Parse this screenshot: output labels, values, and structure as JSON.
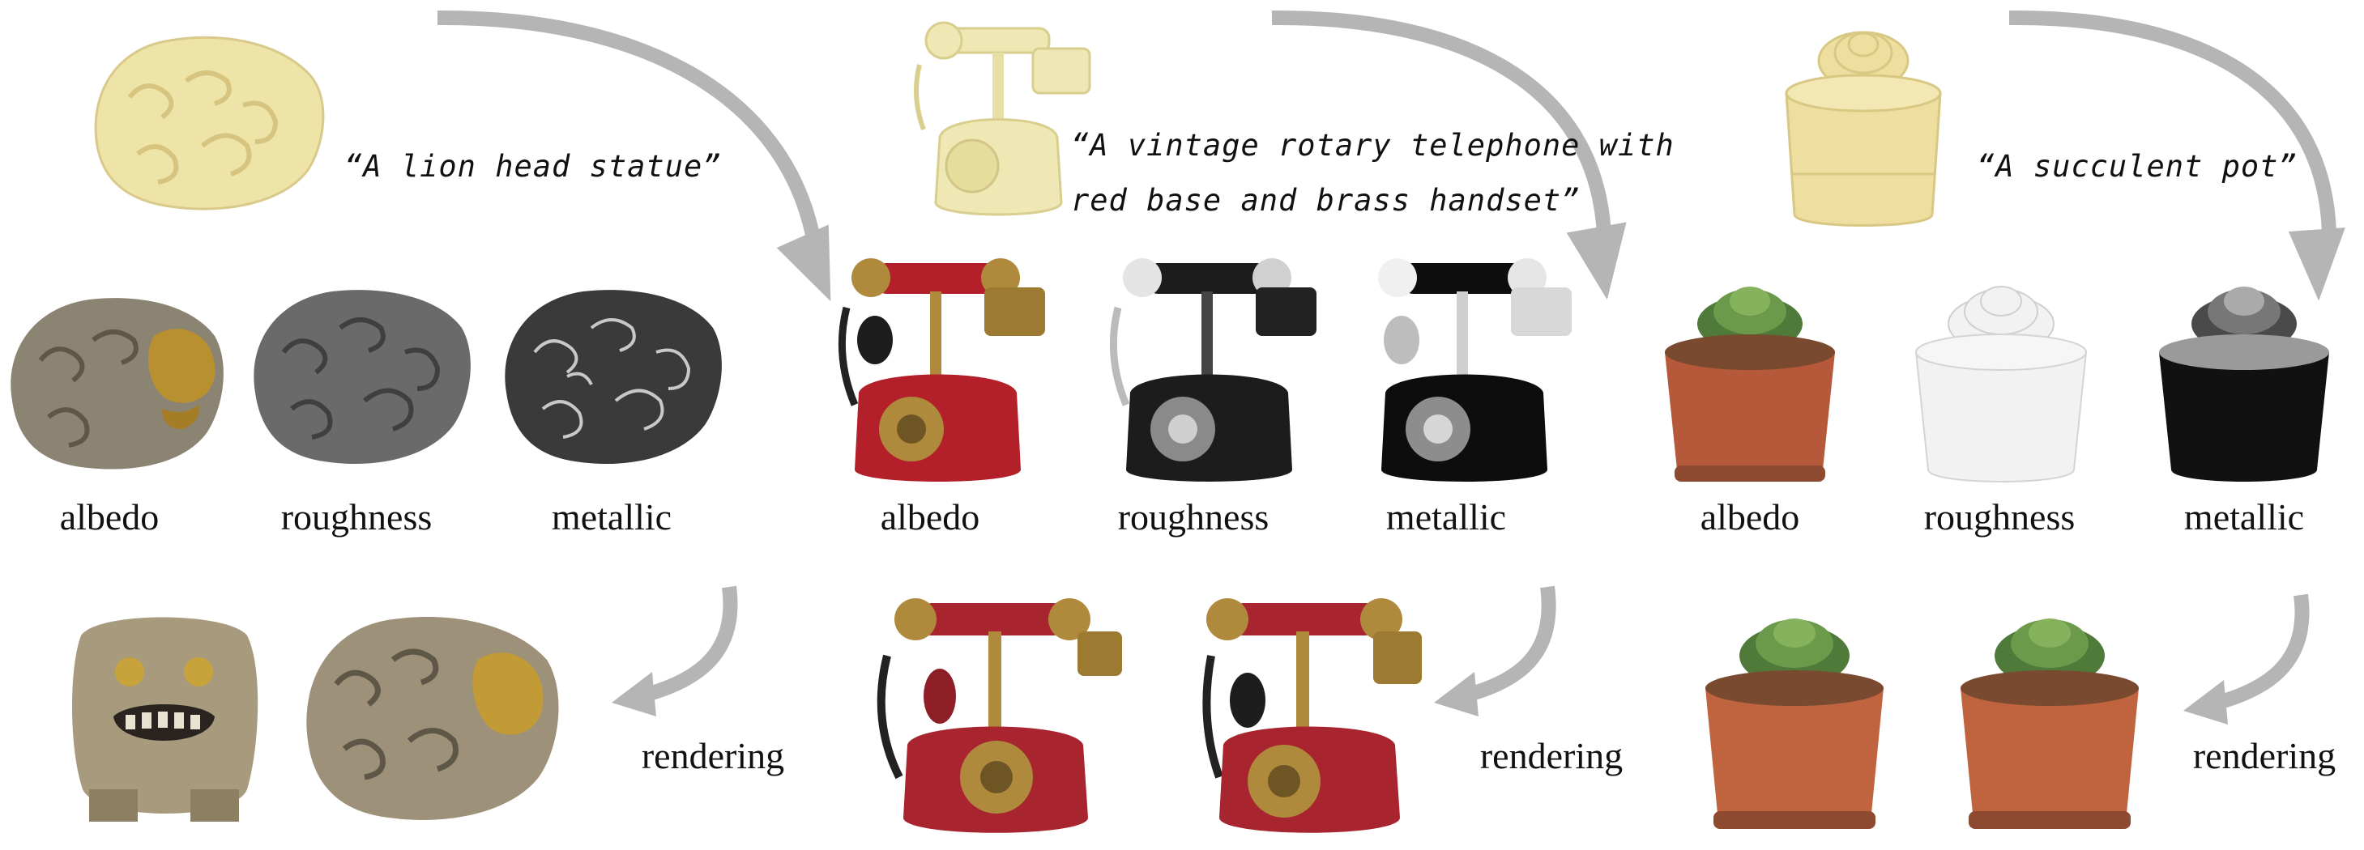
{
  "panels": [
    {
      "id": "lion",
      "prompt": "“A lion head statue”",
      "map_labels": {
        "albedo": "albedo",
        "roughness": "roughness",
        "metallic": "metallic"
      },
      "rendering_label": "rendering",
      "colors": {
        "base": "#efe4a8",
        "albedo": "#8c8472",
        "gold": "#b8902f",
        "roughness": "#6a6a6a",
        "metallic": "#3a3a3a",
        "render": "#a89a7c"
      }
    },
    {
      "id": "telephone",
      "prompt_lines": [
        "“A vintage rotary telephone with",
        "red base and brass handset”"
      ],
      "map_labels": {
        "albedo": "albedo",
        "roughness": "roughness",
        "metallic": "metallic"
      },
      "rendering_label": "rendering",
      "colors": {
        "base": "#efe8b4",
        "albedo": "#b3202a",
        "brass": "#b08a3c",
        "roughness": "#1c1c1c",
        "metallic": "#0d0d0d",
        "render": "#a82530"
      }
    },
    {
      "id": "succulent",
      "prompt": "“A succulent pot”",
      "map_labels": {
        "albedo": "albedo",
        "roughness": "roughness",
        "metallic": "metallic"
      },
      "rendering_label": "rendering",
      "colors": {
        "base": "#eedfa0",
        "albedo": "#b5593a",
        "plant": "#4f7a3a",
        "roughness": "#f2f2f2",
        "metallic": "#111111",
        "render": "#c0643f"
      }
    }
  ],
  "colors": {
    "arrow": "#b5b5b5",
    "text": "#111111"
  }
}
